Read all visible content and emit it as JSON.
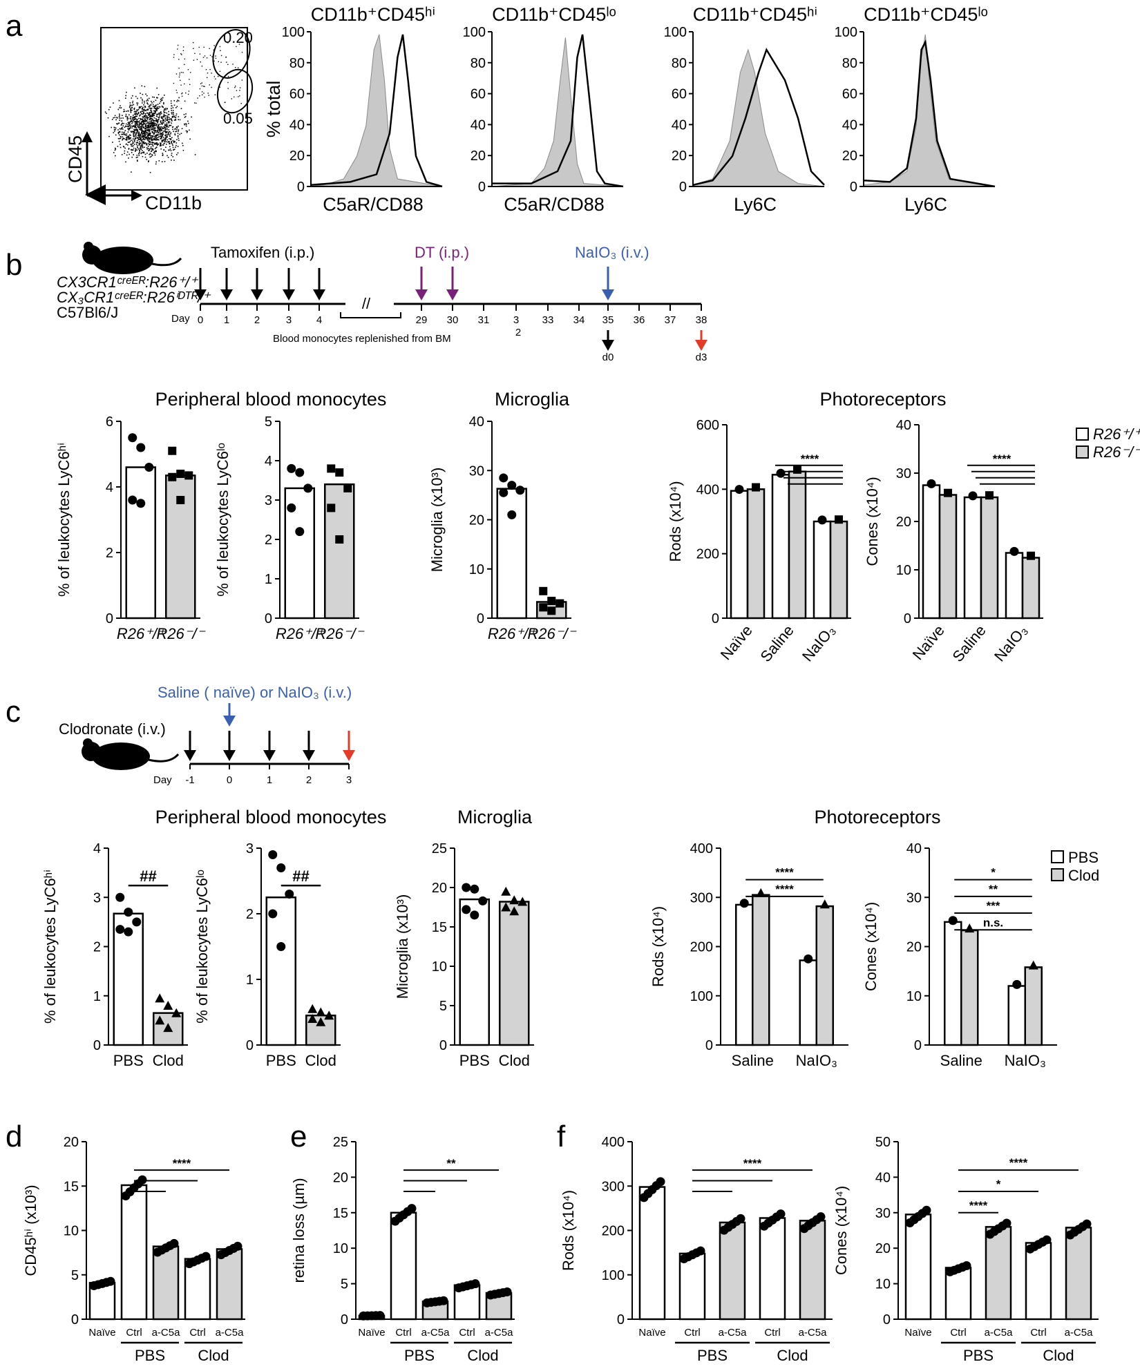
{
  "panels": {
    "a": "a",
    "b": "b",
    "c": "c",
    "d": "d",
    "e": "e",
    "f": "f"
  },
  "panel_a": {
    "scatter": {
      "y_label": "CD45",
      "x_label": "CD11b",
      "gate_hi": "0.20",
      "gate_lo": "0.05"
    },
    "histograms": [
      {
        "title": "CD11b⁺CD45ʰⁱ",
        "x_label": "C5aR/CD88",
        "y_label": "% total"
      },
      {
        "title": "CD11b⁺CD45ˡᵒ",
        "x_label": "C5aR/CD88"
      },
      {
        "title": "CD11b⁺CD45ʰⁱ",
        "x_label": "Ly6C"
      },
      {
        "title": "CD11b⁺CD45ˡᵒ",
        "x_label": "Ly6C"
      }
    ],
    "y_ticks": [
      "0",
      "20",
      "40",
      "60",
      "80",
      "100"
    ]
  },
  "panel_b": {
    "strains": [
      "CX3CR1ᶜʳᵉᴱᴿ:R26⁺/⁺",
      "CX₃CR1ᶜʳᵉᴱᴿ:R26ⁱᴰᵀᴿ/⁺",
      "C57Bl6/J"
    ],
    "tamoxifen": "Tamoxifen (i.p.)",
    "dt": "DT (i.p.)",
    "naio3": "NaIO₃ (i.v.)",
    "day_label": "Day",
    "days": [
      "0",
      "1",
      "2",
      "3",
      "4",
      "29",
      "30",
      "31",
      "3",
      "33",
      "34",
      "35",
      "36",
      "37",
      "38"
    ],
    "day_sub": "2",
    "break": "//",
    "blood_note": "Blood monocytes replenished from BM",
    "d0": "d0",
    "d3": "d3",
    "pbm_title": "Peripheral blood monocytes",
    "microglia_title": "Microglia",
    "photo_title": "Photoreceptors",
    "legend": [
      "R26⁺/⁺",
      "R26⁻/⁻"
    ]
  },
  "panel_c": {
    "clodronate": "Clodronate (i.v.)",
    "saline_or": "Saline ( naïve)  or  NaIO₃ (i.v.)",
    "day_label": "Day",
    "days": [
      "-1",
      "0",
      "1",
      "2",
      "3"
    ],
    "pbm_title": "Peripheral blood monocytes",
    "microglia_title": "Microglia",
    "photo_title": "Photoreceptors",
    "legend": [
      "PBS",
      "Clod"
    ]
  },
  "colors": {
    "bar_white": "#ffffff",
    "bar_gray": "#d3d3d3",
    "purple": "#7a1f7a",
    "blue": "#3a5fb0",
    "red": "#e33a2a",
    "hist_fill": "#c8c8c8"
  },
  "chart_data": [
    {
      "id": "b1",
      "type": "bar",
      "ylabel": "% of leukocytes LyC6ʰⁱ",
      "categories": [
        "R26⁺/⁺",
        "R26⁻/⁻"
      ],
      "values": [
        4.6,
        4.35
      ],
      "ylim": [
        0,
        6
      ],
      "ticks": [
        0,
        2,
        4,
        6
      ],
      "points": [
        [
          5.5,
          5.2,
          4.6,
          3.6,
          3.5
        ],
        [
          5.1,
          4.4,
          4.35,
          4.3,
          3.6
        ]
      ]
    },
    {
      "id": "b2",
      "type": "bar",
      "ylabel": "% of leukocytes LyC6ˡᵒ",
      "categories": [
        "R26⁺/⁺",
        "R26⁻/⁻"
      ],
      "values": [
        3.3,
        3.4
      ],
      "ylim": [
        0,
        5
      ],
      "ticks": [
        0,
        1,
        2,
        3,
        4,
        5
      ],
      "points": [
        [
          3.8,
          3.7,
          3.3,
          2.8,
          2.2
        ],
        [
          3.8,
          3.7,
          3.3,
          2.8,
          2.0
        ]
      ]
    },
    {
      "id": "b3",
      "type": "bar",
      "ylabel": "Microglia (x10³)",
      "categories": [
        "R26⁺/⁺",
        "R26⁻/⁻"
      ],
      "values": [
        26.3,
        3.3
      ],
      "ylim": [
        0,
        40
      ],
      "ticks": [
        0,
        10,
        20,
        30,
        40
      ],
      "points": [
        [
          28.5,
          27,
          26,
          25.5,
          21
        ],
        [
          5.5,
          3.5,
          3,
          2.2,
          1.5
        ]
      ]
    },
    {
      "id": "b4",
      "type": "bar",
      "ylabel": "Rods (x10⁴)",
      "categories": [
        "Naïve",
        "Saline",
        "NaIO₃"
      ],
      "ylim": [
        0,
        600
      ],
      "ticks": [
        0,
        200,
        400,
        600
      ],
      "series": [
        {
          "name": "R26⁺/⁺",
          "values": [
            395,
            445,
            300
          ]
        },
        {
          "name": "R26⁻/⁻",
          "values": [
            400,
            455,
            300
          ]
        }
      ],
      "sig": "****"
    },
    {
      "id": "b5",
      "type": "bar",
      "ylabel": "Cones (x10⁴)",
      "categories": [
        "Naïve",
        "Saline",
        "NaIO₃"
      ],
      "ylim": [
        0,
        40
      ],
      "ticks": [
        0,
        10,
        20,
        30,
        40
      ],
      "series": [
        {
          "name": "R26⁺/⁺",
          "values": [
            27.5,
            25,
            13.5
          ]
        },
        {
          "name": "R26⁻/⁻",
          "values": [
            25.5,
            25,
            12.5
          ]
        }
      ],
      "sig": "****"
    },
    {
      "id": "c1",
      "type": "bar",
      "ylabel": "% of leukocytes LyC6ʰⁱ",
      "categories": [
        "PBS",
        "Clod"
      ],
      "values": [
        2.67,
        0.65
      ],
      "ylim": [
        0,
        4
      ],
      "ticks": [
        0,
        1,
        2,
        3,
        4
      ],
      "points": [
        [
          3.0,
          2.7,
          2.5,
          2.35,
          2.3
        ],
        [
          0.95,
          0.8,
          0.65,
          0.5,
          0.35
        ]
      ],
      "sig": "##"
    },
    {
      "id": "c2",
      "type": "bar",
      "ylabel": "% of leukocytes LyC6ˡᵒ",
      "categories": [
        "PBS",
        "Clod"
      ],
      "values": [
        2.25,
        0.45
      ],
      "ylim": [
        0,
        3
      ],
      "ticks": [
        0,
        1,
        2,
        3
      ],
      "points": [
        [
          2.9,
          2.7,
          2.3,
          2.0,
          1.5
        ],
        [
          0.55,
          0.5,
          0.45,
          0.4,
          0.35
        ]
      ],
      "sig": "##"
    },
    {
      "id": "c3",
      "type": "bar",
      "ylabel": "Microglia (x10³)",
      "categories": [
        "PBS",
        "Clod"
      ],
      "values": [
        18.5,
        18.2
      ],
      "ylim": [
        0,
        25
      ],
      "ticks": [
        0,
        5,
        10,
        15,
        20,
        25
      ],
      "points": [
        [
          20,
          19.8,
          18.3,
          17.2,
          16.5
        ],
        [
          19.5,
          18.4,
          18.2,
          17.5,
          17
        ]
      ]
    },
    {
      "id": "c4",
      "type": "bar",
      "ylabel": "Rods (x10⁴)",
      "categories": [
        "Saline",
        "NaIO₃"
      ],
      "ylim": [
        0,
        400
      ],
      "ticks": [
        0,
        100,
        200,
        300,
        400
      ],
      "series": [
        {
          "name": "PBS",
          "values": [
            285,
            172
          ]
        },
        {
          "name": "Clod",
          "values": [
            305,
            282
          ]
        }
      ],
      "sig": [
        "****",
        "****"
      ]
    },
    {
      "id": "c5",
      "type": "bar",
      "ylabel": "Cones (x10⁴)",
      "categories": [
        "Saline",
        "NaIO₃"
      ],
      "ylim": [
        0,
        40
      ],
      "ticks": [
        0,
        10,
        20,
        30,
        40
      ],
      "series": [
        {
          "name": "PBS",
          "values": [
            25,
            12
          ]
        },
        {
          "name": "Clod",
          "values": [
            23.3,
            15.8
          ]
        }
      ],
      "sig": [
        "*",
        "**",
        "***",
        "n.s."
      ]
    },
    {
      "id": "d",
      "type": "bar",
      "ylabel": "CD45ʰⁱ (x10³)",
      "categories": [
        "Naïve",
        "Ctrl",
        "a-C5a",
        "Ctrl",
        "a-C5a"
      ],
      "groups": [
        "PBS",
        "Clod"
      ],
      "values": [
        4.1,
        15.1,
        8.2,
        6.8,
        7.9
      ],
      "ylim": [
        0,
        20
      ],
      "ticks": [
        0,
        5,
        10,
        15,
        20
      ],
      "sig": "****"
    },
    {
      "id": "e",
      "type": "bar",
      "ylabel": "retina loss (µm)",
      "categories": [
        "Naïve",
        "Ctrl",
        "a-C5a",
        "Ctrl",
        "a-C5a"
      ],
      "groups": [
        "PBS",
        "Clod"
      ],
      "values": [
        0.5,
        15,
        2.5,
        4.8,
        3.7
      ],
      "ylim": [
        0,
        25
      ],
      "ticks": [
        0,
        5,
        10,
        15,
        20,
        25
      ],
      "sig": "**"
    },
    {
      "id": "f1",
      "type": "bar",
      "ylabel": "Rods (x10⁴)",
      "categories": [
        "Naïve",
        "Ctrl",
        "a-C5a",
        "Ctrl",
        "a-C5a"
      ],
      "groups": [
        "PBS",
        "Clod"
      ],
      "values": [
        298,
        148,
        218,
        228,
        222
      ],
      "ylim": [
        0,
        400
      ],
      "ticks": [
        0,
        100,
        200,
        300,
        400
      ],
      "sig": "****"
    },
    {
      "id": "f2",
      "type": "bar",
      "ylabel": "Cones (x10⁴)",
      "categories": [
        "Naïve",
        "Ctrl",
        "a-C5a",
        "Ctrl",
        "a-C5a"
      ],
      "groups": [
        "PBS",
        "Clod"
      ],
      "values": [
        29.5,
        14.5,
        26,
        21.5,
        25.8
      ],
      "ylim": [
        0,
        50
      ],
      "ticks": [
        0,
        10,
        20,
        30,
        40,
        50
      ],
      "sig": [
        "****",
        "*",
        "****"
      ]
    }
  ]
}
